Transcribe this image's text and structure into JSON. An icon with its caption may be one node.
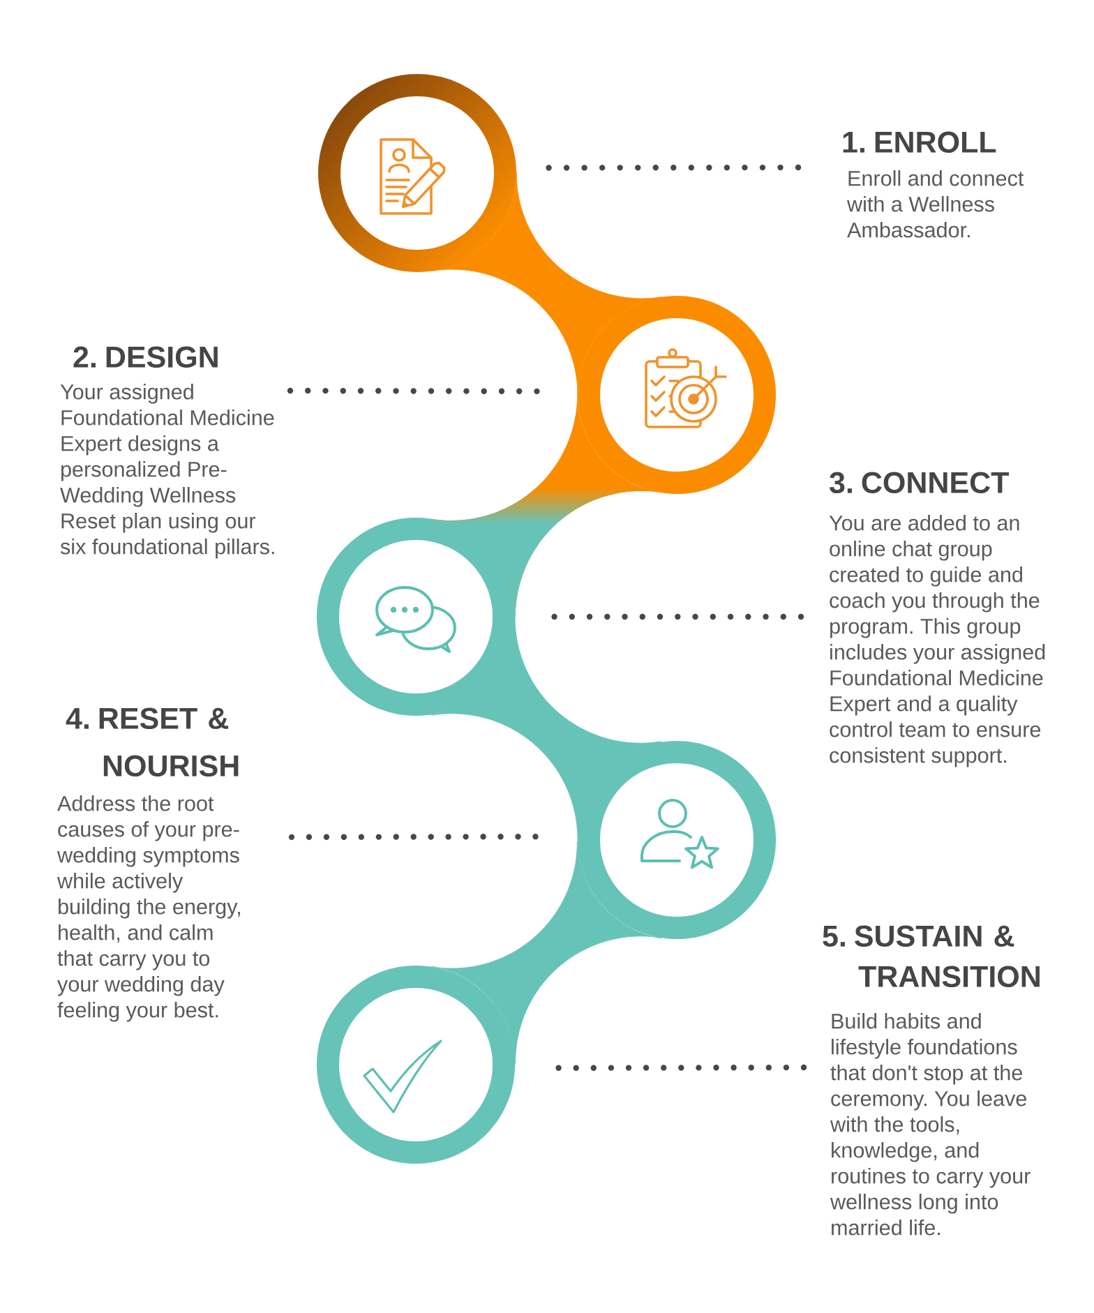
{
  "diagram": {
    "nodes": [
      {
        "text": [],
        "shape": "circle"
      },
      {
        "text": [
          "1. ENROLL",
          "Enroll and connect with a Wellness Ambassador."
        ]
      },
      {
        "text": [],
        "shape": "circle"
      },
      {
        "text": [
          "2. DESIGN",
          "Your assigned Foundational Medicine Expert designs a personalized Pre-Wedding Wellness Reset plan using our six foundational pillars."
        ]
      },
      {
        "text": [],
        "shape": "circle"
      },
      {
        "text": [
          "3. CONNECT",
          "You are added to an online chat group created to guide and coach you through the program. This group includes your assigned Foundational Medicine Expert and a quality control team to ensure consistent support."
        ]
      },
      {
        "text": [],
        "shape": "circle"
      },
      {
        "text": [
          "4. RESET & NOURISH",
          "Address the root causes of your pre-wedding symptoms while actively building the energy, health, and calm that carry you to your wedding day feeling your best."
        ]
      },
      {
        "text": [],
        "shape": "circle"
      },
      {
        "text": [
          "5. SUSTAIN & TRANSITION",
          "Build habits and lifestyle foundations that don't stop at the ceremony. You leave with the tools, knowledge, and routines to carry your wellness long into married life."
        ]
      }
    ],
    "edges": [
      {
        "from": 1,
        "to": 0,
        "arrow": "none"
      },
      {
        "from": 0,
        "to": 2,
        "arrow": "none",
        "style": "thick",
        "color": "#fb8c00"
      },
      {
        "from": 3,
        "to": 2,
        "arrow": "none"
      },
      {
        "from": 2,
        "to": 4,
        "arrow": "none",
        "style": "thick",
        "color": "#fb8c00"
      },
      {
        "from": 5,
        "to": 4,
        "arrow": "none"
      },
      {
        "from": 4,
        "to": 6,
        "arrow": "none",
        "style": "thick",
        "color": "#66c3b7"
      },
      {
        "from": 7,
        "to": 6,
        "arrow": "none"
      },
      {
        "from": 6,
        "to": 8,
        "arrow": "none",
        "style": "thick",
        "color": "#66c3b7"
      },
      {
        "from": 9,
        "to": 8,
        "arrow": "none"
      }
    ]
  }
}
